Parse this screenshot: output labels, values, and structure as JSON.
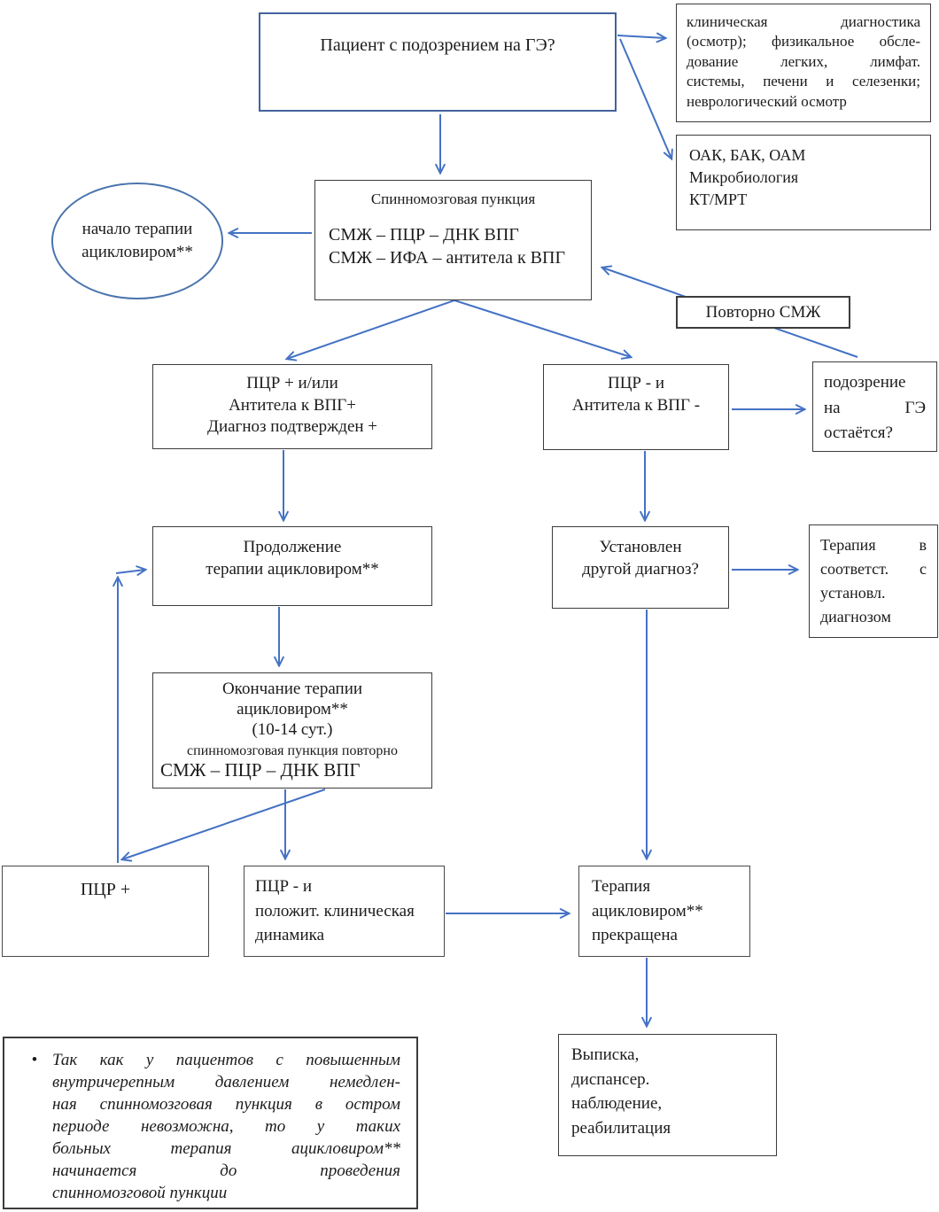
{
  "colors": {
    "arrow": "#4472C4",
    "patient_border": "#44619D",
    "ellipse_border": "#4a74ad",
    "box_border": "#3c3c3c"
  },
  "nodes": {
    "patient": {
      "text": "Пациент с подозрением на ГЭ?"
    },
    "clinical": {
      "lines": [
        "клиническая диагностика",
        "(осмотр); физикальное обсле-",
        "дование легких, лимфат.",
        "системы, печени и селезенки;",
        "неврологический осмотр"
      ]
    },
    "labs": {
      "text": "ОАК, БАК, ОАМ\nМикробиология\nКТ/МРТ"
    },
    "start_therapy": {
      "text": "начало терапии\nацикловиром**"
    },
    "puncture": {
      "title": "Спинномозговая пункция",
      "body": "СМЖ – ПЦР – ДНК ВПГ\nСМЖ – ИФА – антитела к ВПГ"
    },
    "repeat_csf": {
      "text": "Повторно СМЖ"
    },
    "pcr_pos_branch": {
      "text": "ПЦР + и/или\nАнтитела к ВПГ+\nДиагноз подтвержден +"
    },
    "pcr_neg_branch": {
      "text": "ПЦР - и\nАнтитела к ВПГ -"
    },
    "suspicion": {
      "lines": [
        "подозрение",
        "на ГЭ",
        "остаётся?"
      ]
    },
    "continue_therapy": {
      "text": "Продолжение\nтерапии ацикловиром**"
    },
    "other_diagnosis": {
      "text": "Установлен\nдругой диагноз?"
    },
    "therapy_per_diagnosis": {
      "lines": [
        "Терапия в",
        "соответст. с",
        "установл.",
        "диагнозом"
      ]
    },
    "end_therapy": {
      "title": "Окончание терапии\nацикловиром**\n(10-14 сут.)",
      "sub": "спинномозговая пункция повторно",
      "body": "СМЖ – ПЦР – ДНК ВПГ"
    },
    "pcr_pos": {
      "text": "ПЦР +"
    },
    "pcr_neg_dynamics": {
      "text": "ПЦР - и\nположит. клиническая\nдинамика"
    },
    "therapy_stopped": {
      "text": "Терапия\nацикловиром**\nпрекращена"
    },
    "discharge": {
      "text": "Выписка,\nдиспансер.\nнаблюдение,\nреабилитация"
    },
    "note": {
      "bullet": "•",
      "lines": [
        "Так как у пациентов с повышенным",
        "внутричерепным давлением немедлен-",
        "ная спинномозговая пункция в остром",
        "периоде невозможна, то у таких",
        "больных терапия ацикловиром**",
        "начинается до проведения",
        "спинномозговой пункции"
      ]
    }
  }
}
